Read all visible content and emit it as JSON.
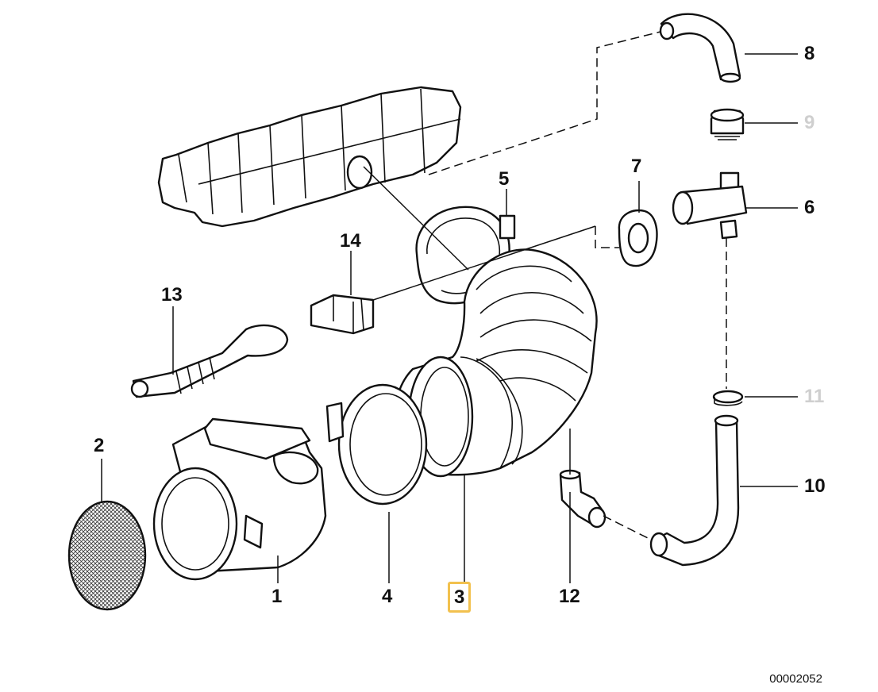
{
  "parts": [
    {
      "id": "label-1",
      "text": "1",
      "dim": false,
      "highlighted": false
    },
    {
      "id": "label-2",
      "text": "2",
      "dim": false,
      "highlighted": false
    },
    {
      "id": "label-3",
      "text": "3",
      "dim": false,
      "highlighted": true
    },
    {
      "id": "label-4",
      "text": "4",
      "dim": false,
      "highlighted": false
    },
    {
      "id": "label-5",
      "text": "5",
      "dim": false,
      "highlighted": false
    },
    {
      "id": "label-6",
      "text": "6",
      "dim": false,
      "highlighted": false
    },
    {
      "id": "label-7",
      "text": "7",
      "dim": false,
      "highlighted": false
    },
    {
      "id": "label-8",
      "text": "8",
      "dim": false,
      "highlighted": false
    },
    {
      "id": "label-9",
      "text": "9",
      "dim": true,
      "highlighted": false
    },
    {
      "id": "label-10",
      "text": "10",
      "dim": false,
      "highlighted": false
    },
    {
      "id": "label-11",
      "text": "11",
      "dim": true,
      "highlighted": false
    },
    {
      "id": "label-12",
      "text": "12",
      "dim": false,
      "highlighted": false
    },
    {
      "id": "label-13",
      "text": "13",
      "dim": false,
      "highlighted": false
    },
    {
      "id": "label-14",
      "text": "14",
      "dim": false,
      "highlighted": false
    }
  ],
  "diagram_id": "00002052",
  "colors": {
    "highlight": "#f2c14e",
    "dim_label": "#cfcfcf",
    "ink": "#111111"
  }
}
